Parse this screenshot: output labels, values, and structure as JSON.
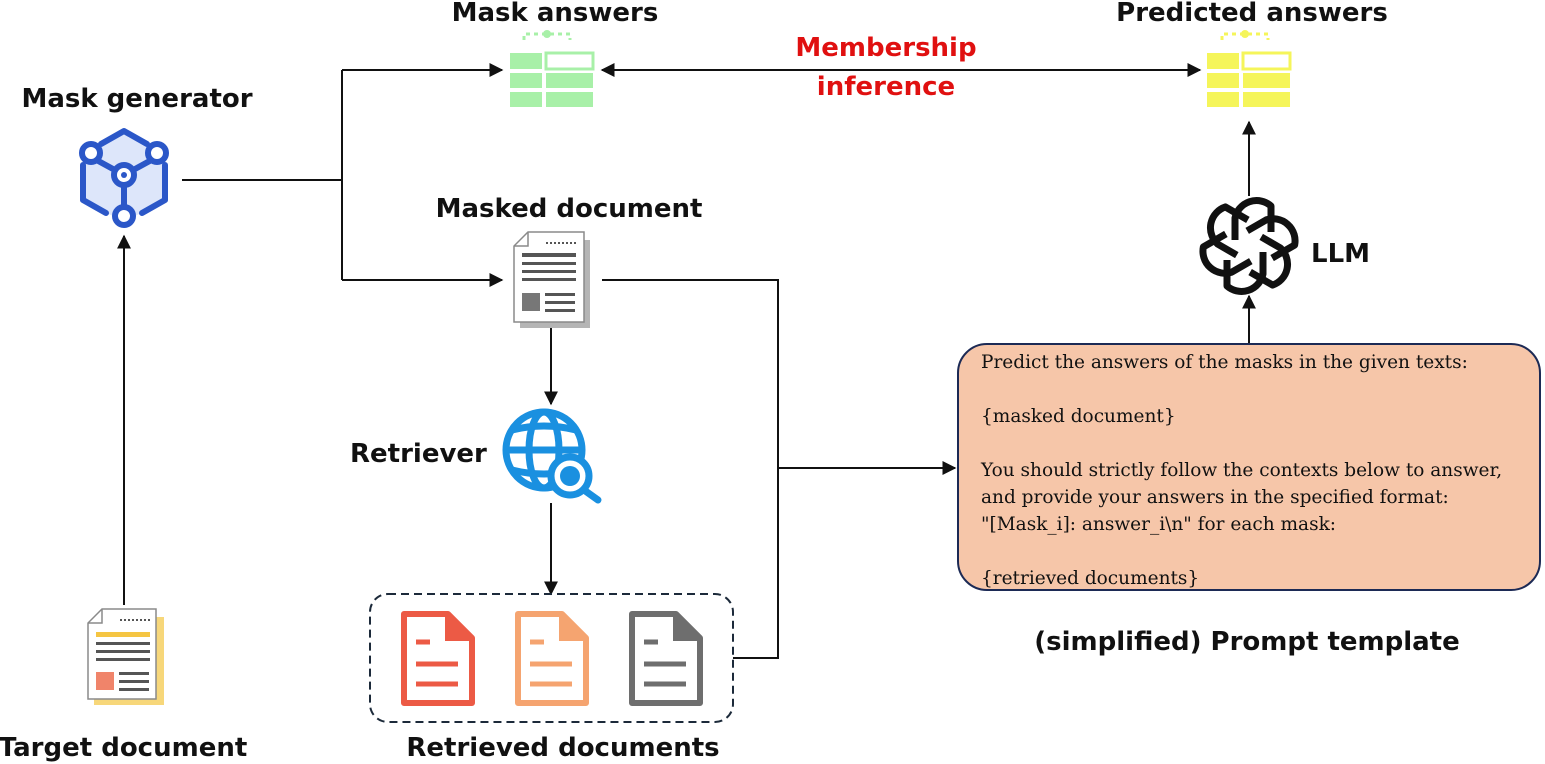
{
  "labels": {
    "mask_generator": "Mask generator",
    "mask_answers": "Mask answers",
    "membership_line1": "Membership",
    "membership_line2": "inference",
    "predicted_answers": "Predicted answers",
    "masked_document": "Masked document",
    "llm": "LLM",
    "retriever": "Retriever",
    "target_document": "Target document",
    "retrieved_documents": "Retrieved documents",
    "prompt_template": "(simplified) Prompt template"
  },
  "prompt": {
    "line1": "Predict the answers of the masks in the given texts:",
    "line2": "{masked document}",
    "line3": "You should strictly follow the contexts below to answer,",
    "line4": "and provide your answers in the specified format:",
    "line5": "\"[Mask_i]: answer_i\\n\" for each mask:",
    "line6": "{retrieved documents}"
  },
  "colors": {
    "mask_answers": "#a8f0a8",
    "predicted_answers": "#f5f55a",
    "mask_generator": "#2b57c8",
    "retriever": "#1a90e0",
    "membership_text": "#e01010",
    "prompt_fill": "#f6c6a9",
    "prompt_border": "#1c2a55",
    "doc_red": "#ec5a45",
    "doc_orange": "#f5a470",
    "doc_gray": "#6e6e6e"
  }
}
